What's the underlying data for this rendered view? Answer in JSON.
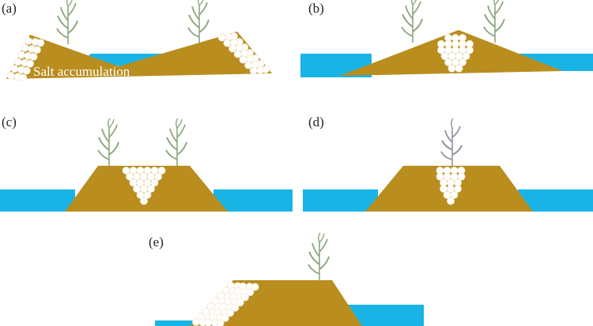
{
  "colors": {
    "soil": "#b98d1e",
    "water": "#19b4e6",
    "salt": "#ffffff",
    "plant_healthy": "#8ea77f",
    "plant_stressed": "#9a8fa0",
    "label_text": "#222222"
  },
  "icons": [
    "plant-icon",
    "salt-crystal-icon"
  ],
  "panels": [
    {
      "id": "a",
      "label": "(a)",
      "annotation": "Salt accumulation"
    },
    {
      "id": "b",
      "label": "(b)"
    },
    {
      "id": "c",
      "label": "(c)"
    },
    {
      "id": "d",
      "label": "(d)"
    },
    {
      "id": "e",
      "label": "(e)"
    }
  ]
}
